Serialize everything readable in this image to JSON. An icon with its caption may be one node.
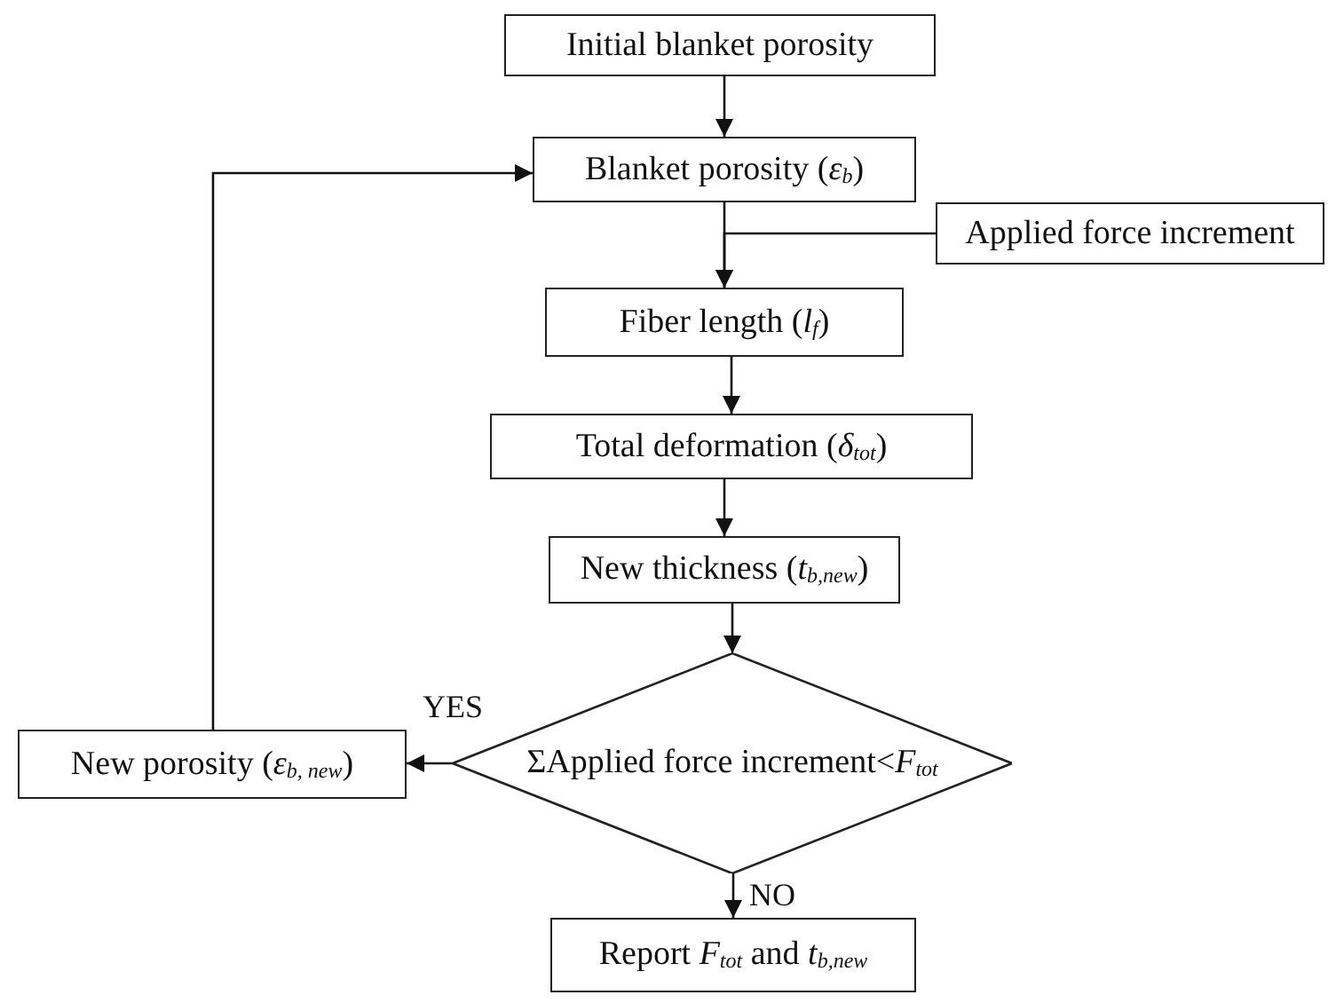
{
  "diagram": {
    "nodes": [
      {
        "text": [
          "Initial blanket porosity"
        ]
      },
      {
        "text": [
          "Blanket porosity (*ε*$_{b}$)"
        ]
      },
      {
        "text": [
          "Applied force increment"
        ]
      },
      {
        "text": [
          "Fiber length (*l*$_{f}$)"
        ]
      },
      {
        "text": [
          "Total deformation (*δ*$_{tot}$)"
        ]
      },
      {
        "text": [
          "New thickness (*t*$_{b,new}$)"
        ]
      },
      {
        "text": [
          "ΣApplied force increment<*F*$_{tot}$"
        ]
      },
      {
        "text": [
          "New porosity (*ε*$_{b, new}$)"
        ]
      },
      {
        "text": [
          "Report *F*$_{tot}$ and *t*$_{b,new}$"
        ]
      }
    ],
    "edges": [
      {
        "from": 0,
        "to": 1,
        "arrow": "to"
      },
      {
        "from": 1,
        "to": 3,
        "arrow": "to"
      },
      {
        "from": 2,
        "to": 3,
        "arrow": "to"
      },
      {
        "from": 3,
        "to": 4,
        "arrow": "to"
      },
      {
        "from": 4,
        "to": 5,
        "arrow": "to"
      },
      {
        "from": 5,
        "to": 6,
        "arrow": "to"
      },
      {
        "from": 6,
        "to": 7,
        "arrow": "to",
        "label": "YES"
      },
      {
        "from": 6,
        "to": 8,
        "arrow": "to",
        "label": "NO"
      },
      {
        "from": 7,
        "to": 1,
        "arrow": "to"
      }
    ]
  }
}
